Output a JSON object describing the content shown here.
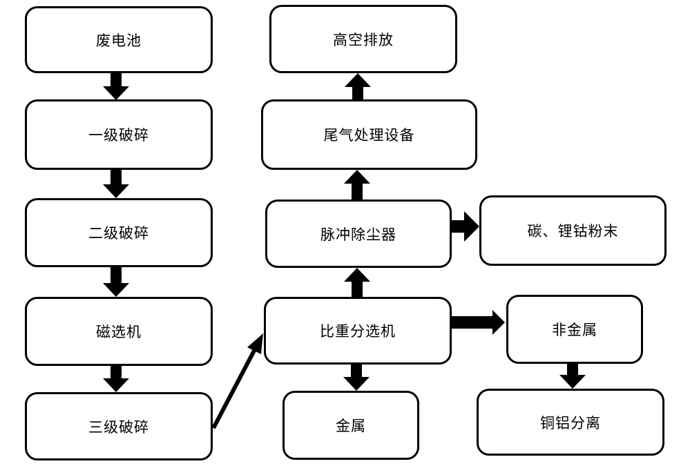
{
  "diagram": {
    "type": "flowchart",
    "background_color": "#ffffff",
    "node_fill": "#ffffff",
    "node_border_color": "#000000",
    "arrow_color": "#000000",
    "text_color": "#000000",
    "nodes": [
      {
        "id": "waste-battery",
        "label": "废电池"
      },
      {
        "id": "primary-crushing",
        "label": "一级破碎"
      },
      {
        "id": "secondary-crushing",
        "label": "二级破碎"
      },
      {
        "id": "magnetic-separator",
        "label": "磁选机"
      },
      {
        "id": "tertiary-crushing",
        "label": "三级破碎"
      },
      {
        "id": "high-altitude-discharge",
        "label": "高空排放"
      },
      {
        "id": "exhaust-gas-treatment",
        "label": "尾气处理设备"
      },
      {
        "id": "pulse-dust-collector",
        "label": "脉冲除尘器"
      },
      {
        "id": "gravity-separator",
        "label": "比重分选机"
      },
      {
        "id": "metal",
        "label": "金属"
      },
      {
        "id": "carbon-lithium-cobalt-powder",
        "label": "碳、锂钴粉末"
      },
      {
        "id": "non-metal",
        "label": "非金属"
      },
      {
        "id": "copper-aluminum-separation",
        "label": "铜铝分离"
      }
    ],
    "edges": [
      {
        "from": "waste-battery",
        "to": "primary-crushing",
        "direction": "down"
      },
      {
        "from": "primary-crushing",
        "to": "secondary-crushing",
        "direction": "down"
      },
      {
        "from": "secondary-crushing",
        "to": "magnetic-separator",
        "direction": "down"
      },
      {
        "from": "magnetic-separator",
        "to": "tertiary-crushing",
        "direction": "down"
      },
      {
        "from": "tertiary-crushing",
        "to": "gravity-separator",
        "direction": "diagonal-up-right"
      },
      {
        "from": "gravity-separator",
        "to": "pulse-dust-collector",
        "direction": "up"
      },
      {
        "from": "pulse-dust-collector",
        "to": "exhaust-gas-treatment",
        "direction": "up"
      },
      {
        "from": "exhaust-gas-treatment",
        "to": "high-altitude-discharge",
        "direction": "up"
      },
      {
        "from": "pulse-dust-collector",
        "to": "carbon-lithium-cobalt-powder",
        "direction": "right"
      },
      {
        "from": "gravity-separator",
        "to": "non-metal",
        "direction": "right"
      },
      {
        "from": "gravity-separator",
        "to": "metal",
        "direction": "down"
      },
      {
        "from": "non-metal",
        "to": "copper-aluminum-separation",
        "direction": "down"
      }
    ]
  }
}
